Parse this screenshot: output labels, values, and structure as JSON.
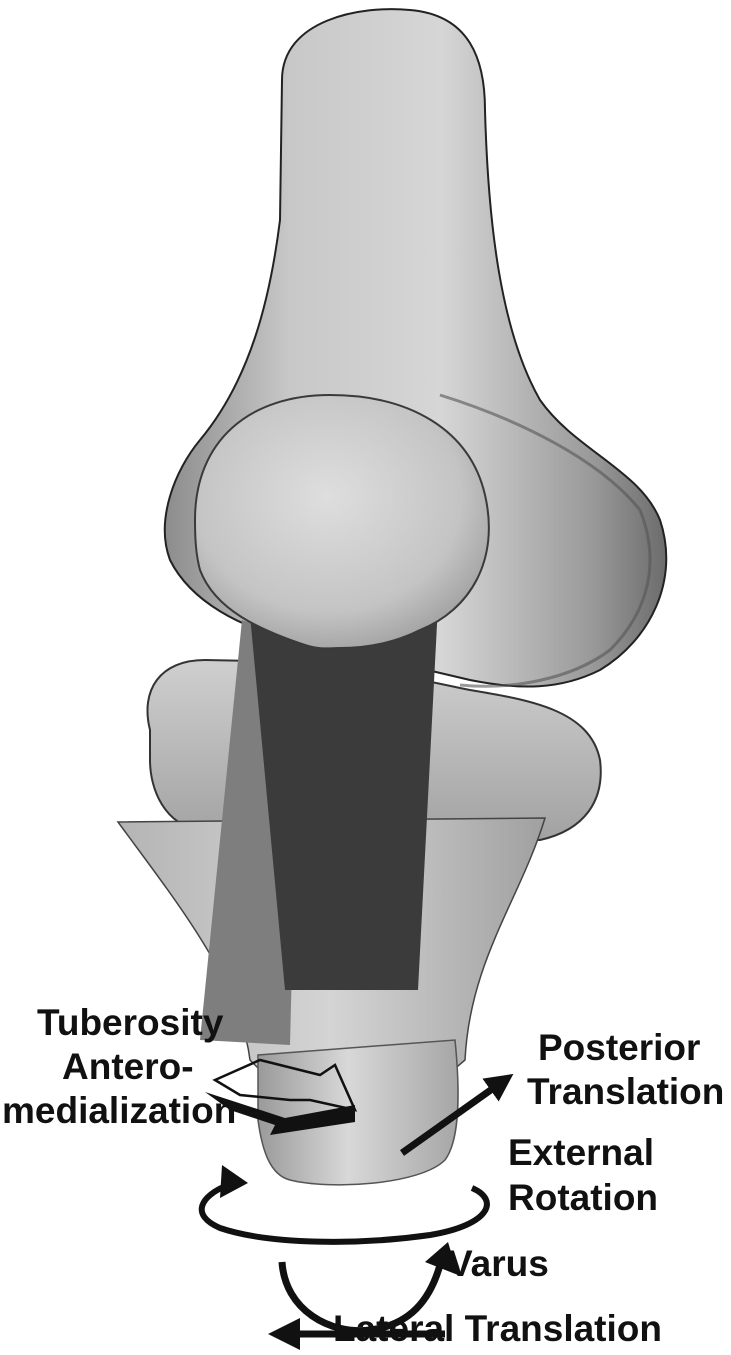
{
  "labels": {
    "tuberosity": "Tuberosity",
    "antero": "Antero-",
    "medialization": "medialization",
    "posterior": "Posterior",
    "translation": "Translation",
    "external": "External",
    "rotation": "Rotation",
    "varus": "Varus",
    "lateral_translation": "Lateral Translation"
  },
  "colors": {
    "bone_light": "#d0d0d0",
    "bone_mid": "#a8a8a8",
    "bone_dark": "#6e6e6e",
    "tendon_dark": "#3a3a3a",
    "tendon_mid": "#7d7d7d",
    "outline": "#111111",
    "text": "#111111"
  }
}
